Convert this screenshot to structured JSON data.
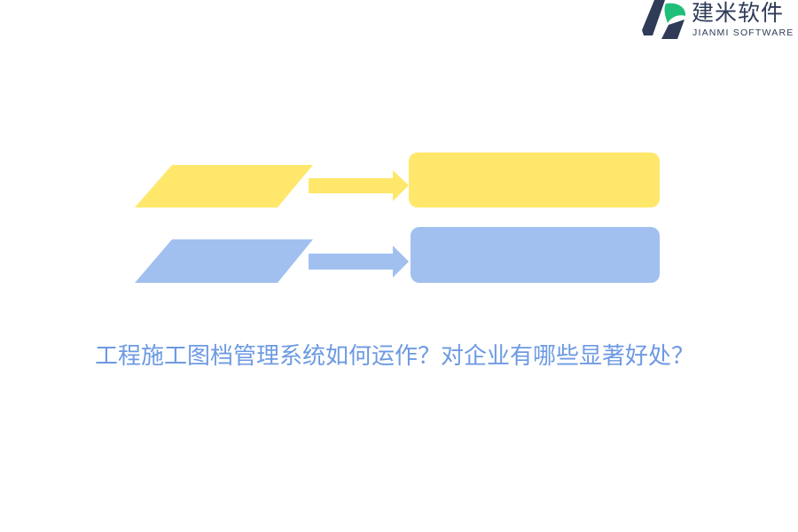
{
  "brand": {
    "name_cn": "建米软件",
    "name_en": "JIANMI SOFTWARE",
    "colors": {
      "dark": "#2f3b57",
      "green": "#1fbf7a"
    }
  },
  "diagram": {
    "rows": [
      {
        "input_shape": "parallelogram",
        "connector": "right-arrow",
        "output_shape": "rounded-rectangle",
        "color": "#ffe76b"
      },
      {
        "input_shape": "parallelogram",
        "connector": "right-arrow",
        "output_shape": "rounded-rectangle",
        "color": "#a1c0ef"
      }
    ]
  },
  "title": {
    "text": "工程施工图档管理系统如何运作？对企业有哪些显著好处？",
    "color": "#6d9ae3"
  }
}
